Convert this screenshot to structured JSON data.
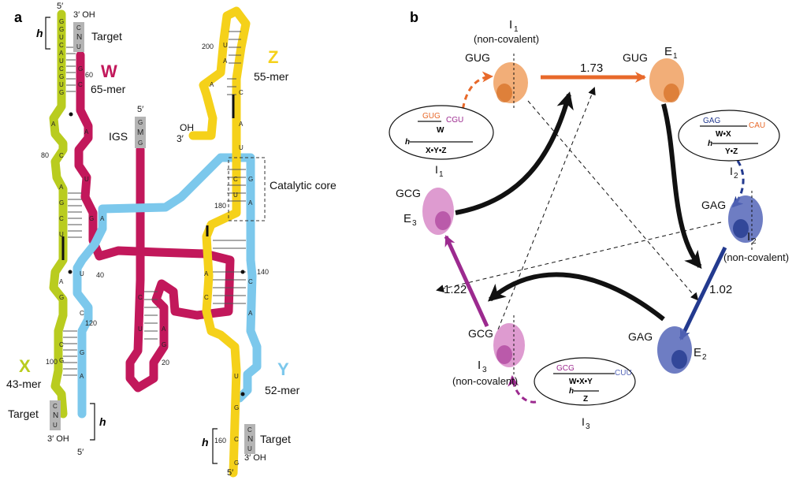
{
  "panel_a": {
    "label": "a",
    "strands": {
      "W": {
        "letter": "W",
        "length": "65-mer",
        "color": "#c2185b"
      },
      "X": {
        "letter": "X",
        "length": "43-mer",
        "color": "#b9cc1f"
      },
      "Y": {
        "letter": "Y",
        "length": "52-mer",
        "color": "#7cc8ec"
      },
      "Z": {
        "letter": "Z",
        "length": "55-mer",
        "color": "#f5d11a"
      }
    },
    "labels": {
      "five_prime_top_left": "5′",
      "three_oh_top": "3′ OH",
      "target_top": "Target",
      "h_top": "h",
      "igs": "IGS",
      "igs_five": "5′",
      "oh_z": "OH",
      "three_z": "3′",
      "catalytic_core": "Catalytic core",
      "target_bl": "Target",
      "three_oh_bl": "3′ OH",
      "h_bl": "h",
      "five_bl": "5′",
      "h_br": "h",
      "target_br": "Target",
      "three_oh_br": "3′ OH",
      "five_br": "5′"
    },
    "numbers": [
      "60",
      "80",
      "40",
      "120",
      "100",
      "20",
      "200",
      "180",
      "140",
      "160"
    ],
    "boxes": {
      "top_target": [
        "N",
        "U",
        "C"
      ],
      "igs": [
        "G",
        "M",
        "G"
      ],
      "bl_target": [
        "C",
        "N",
        "U"
      ],
      "br_target": [
        "C",
        "N",
        "U"
      ]
    }
  },
  "panel_b": {
    "label": "b",
    "states": {
      "I1": {
        "name": "I",
        "sub": "1",
        "note": "(non-covalent)",
        "triplet": "GUG"
      },
      "E1": {
        "name": "E",
        "sub": "1",
        "triplet": "GUG"
      },
      "I2": {
        "name": "I",
        "sub": "2",
        "note": "(non-covalent)",
        "triplet": "GAG"
      },
      "E2": {
        "name": "E",
        "sub": "2",
        "triplet": "GAG"
      },
      "I3": {
        "name": "I",
        "sub": "3",
        "note": "(non-covalent)",
        "triplet": "GCG"
      },
      "E3": {
        "name": "E",
        "sub": "3",
        "triplet": "GCG"
      }
    },
    "rates": {
      "I1_E1": "1.73",
      "I2_E2": "1.02",
      "I3_E3": "1.22"
    },
    "insets": {
      "inset1": {
        "name": "I",
        "sub": "1",
        "top_left": "GUG",
        "top_right": "CGU",
        "mid": "W",
        "h": "h",
        "bottom": "X•Y•Z"
      },
      "inset2": {
        "name": "I",
        "sub": "2",
        "top_left": "GAG",
        "top_right": "CAU",
        "mid": "W•X",
        "h": "h",
        "bottom": "Y•Z"
      },
      "inset3": {
        "name": "I",
        "sub": "3",
        "top_left": "GCG",
        "top_right": "CUU",
        "mid": "W•X•Y",
        "h": "h",
        "bottom": "Z"
      }
    },
    "colors": {
      "orange": "#e8692a",
      "blue": "#233a8f",
      "purple": "#9c2a8f",
      "black": "#111111"
    }
  }
}
